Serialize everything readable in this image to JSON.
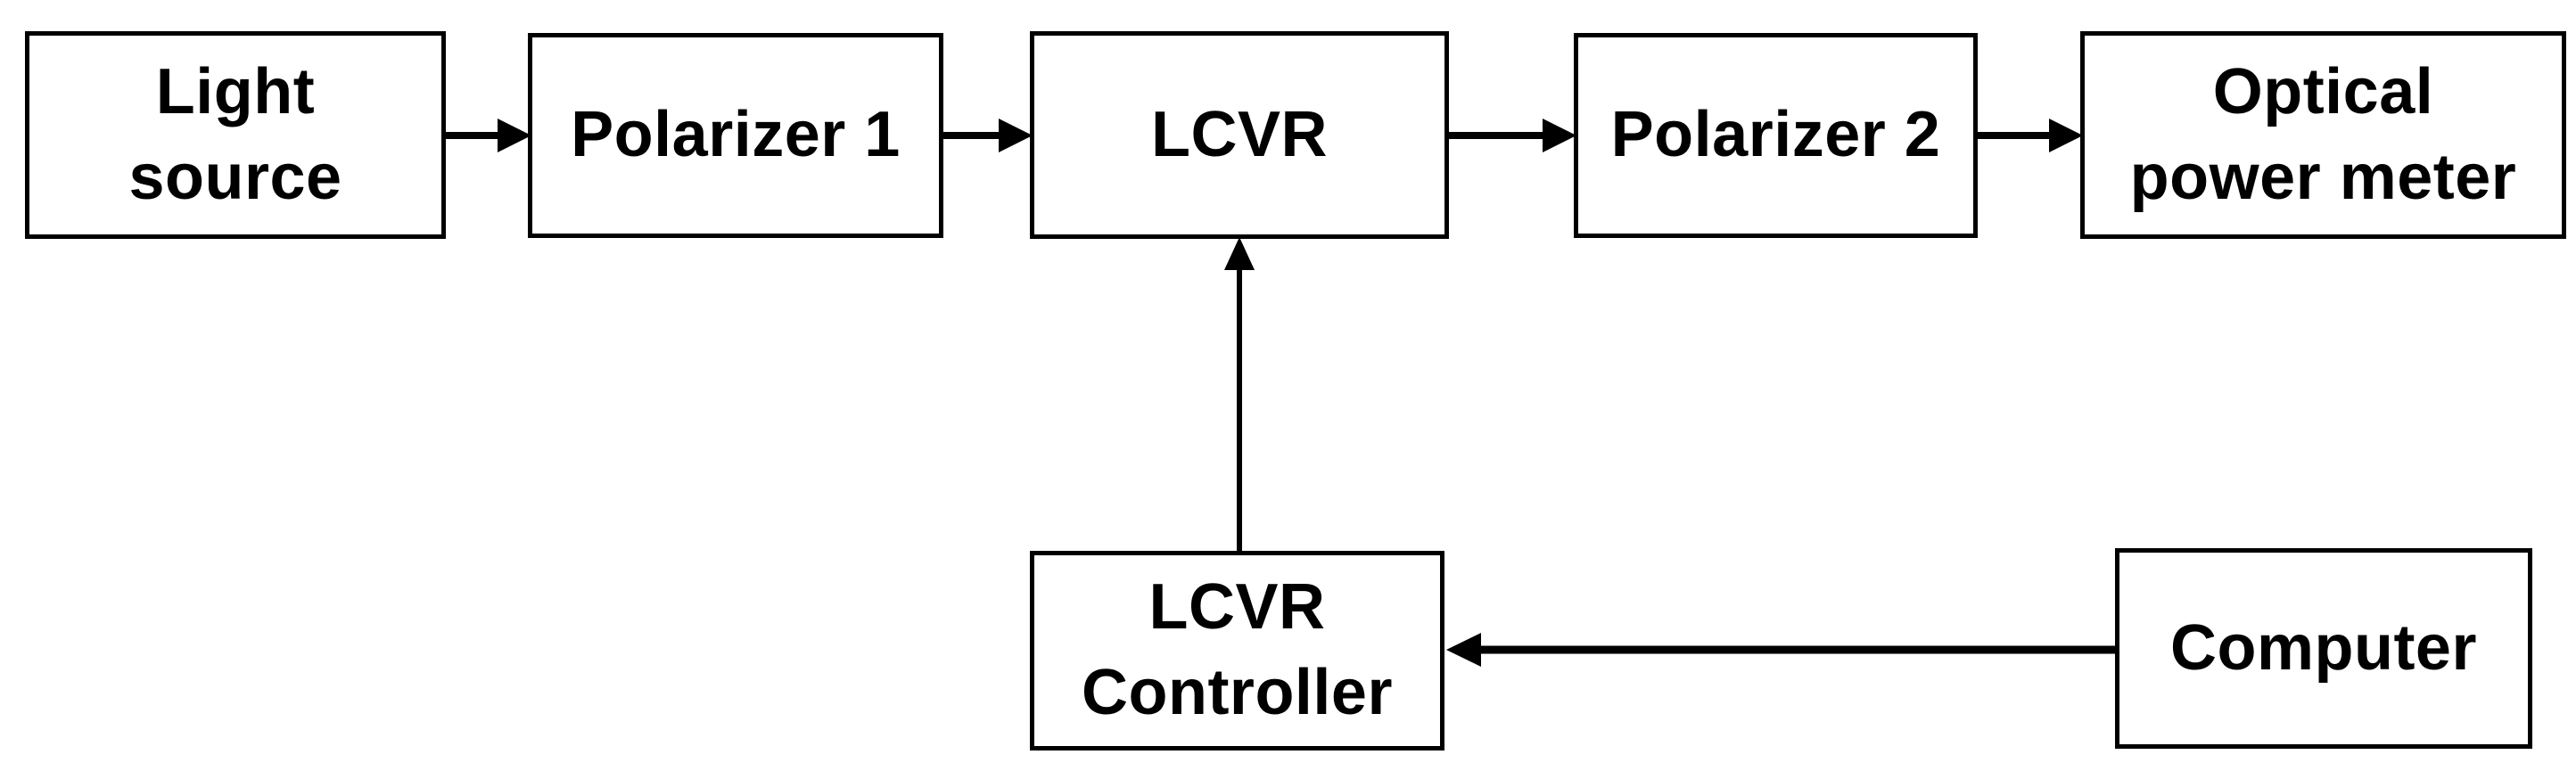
{
  "colors": {
    "background": "#ffffff",
    "box_fill": "#ffffff",
    "box_border": "#000000",
    "text": "#000000",
    "arrow": "#000000"
  },
  "nodes": [
    {
      "id": "light-source",
      "label": "Light\nsource"
    },
    {
      "id": "polarizer-1",
      "label": "Polarizer 1"
    },
    {
      "id": "lcvr",
      "label": "LCVR"
    },
    {
      "id": "polarizer-2",
      "label": "Polarizer 2"
    },
    {
      "id": "optical-power-meter",
      "label": "Optical\npower meter"
    },
    {
      "id": "lcvr-controller",
      "label": "LCVR\nController"
    },
    {
      "id": "computer",
      "label": "Computer"
    }
  ],
  "edges": [
    {
      "from": "light-source",
      "to": "polarizer-1",
      "direction": "right"
    },
    {
      "from": "polarizer-1",
      "to": "lcvr",
      "direction": "right"
    },
    {
      "from": "lcvr",
      "to": "polarizer-2",
      "direction": "right"
    },
    {
      "from": "polarizer-2",
      "to": "optical-power-meter",
      "direction": "right"
    },
    {
      "from": "lcvr-controller",
      "to": "lcvr",
      "direction": "up"
    },
    {
      "from": "computer",
      "to": "lcvr-controller",
      "direction": "left"
    }
  ]
}
